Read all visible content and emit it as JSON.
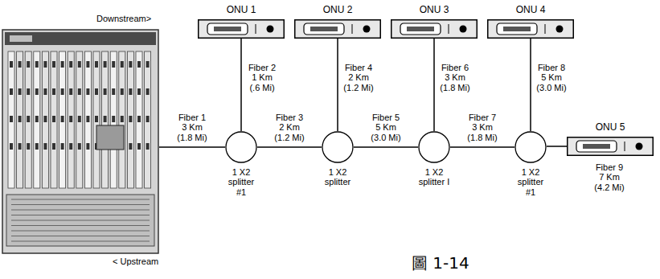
{
  "diagram": {
    "nodes": [
      {
        "text": [
          "Downstream>",
          "< Upstream"
        ]
      },
      {
        "text": [
          "ONU 1"
        ]
      },
      {
        "text": [
          "ONU 2"
        ]
      },
      {
        "text": [
          "ONU 3"
        ]
      },
      {
        "text": [
          "ONU 4"
        ]
      },
      {
        "text": [
          "1 X2 splitter #1"
        ]
      },
      {
        "text": [
          "1 X2 splitter"
        ]
      },
      {
        "text": [
          "1 X2 splitter I"
        ]
      },
      {
        "text": [
          "1 X2 splitter #1"
        ]
      },
      {
        "text": [
          "ONU 5"
        ]
      }
    ],
    "edges": [
      {
        "from": 0,
        "to": 5,
        "arrow": "none",
        "label": "Fiber 1 3 Km (1.8 Mi)"
      },
      {
        "from": 5,
        "to": 1,
        "arrow": "none",
        "label": "Fiber 2 1 Km (.6 Mi)"
      },
      {
        "from": 5,
        "to": 6,
        "arrow": "none",
        "label": "Fiber 3 2 Km (1.2 Mi)"
      },
      {
        "from": 6,
        "to": 2,
        "arrow": "none",
        "label": "Fiber 4 2 Km (1.2 Mi)"
      },
      {
        "from": 6,
        "to": 7,
        "arrow": "none",
        "label": "Fiber 5 5 Km (3.0 Mi)"
      },
      {
        "from": 7,
        "to": 3,
        "arrow": "none",
        "label": "Fiber 6 3 Km (1.8 Mi)"
      },
      {
        "from": 7,
        "to": 8,
        "arrow": "none",
        "label": "Fiber 7 3 Km (1.8 Mi)"
      },
      {
        "from": 8,
        "to": 4,
        "arrow": "none",
        "label": "Fiber 8 5 Km (3.0 Mi)"
      },
      {
        "from": 8,
        "to": 9,
        "arrow": "none",
        "label": "Fiber 9 7 Km (4.2 Mi)"
      }
    ],
    "labels": [
      "圖 1-14"
    ]
  }
}
